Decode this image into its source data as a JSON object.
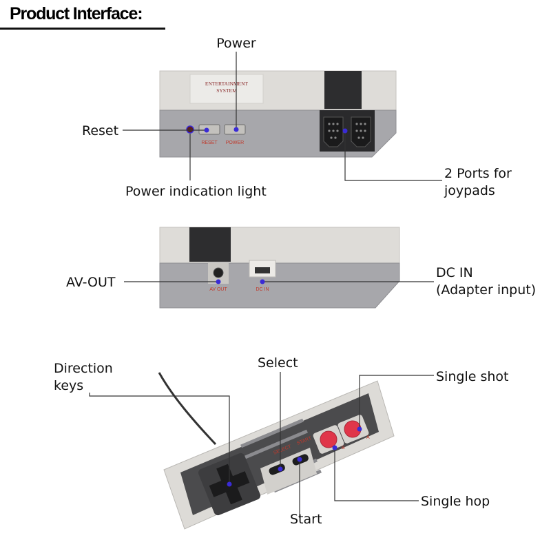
{
  "header": {
    "title": "Product Interface:"
  },
  "console_front": {
    "plate_line1": "ENTERTAINMENT",
    "plate_line2": "SYSTEM",
    "reset_caption": "RESET",
    "power_caption": "POWER"
  },
  "console_back": {
    "av_caption": "AV OUT",
    "dc_caption": "DC IN"
  },
  "controller": {
    "select_caption": "SELECT",
    "start_caption": "START",
    "b_caption": "B",
    "a_caption": "A"
  },
  "callouts": {
    "power": "Power",
    "reset": "Reset",
    "power_light": "Power indication light",
    "ports_line1": "2 Ports for",
    "ports_line2": "joypads",
    "av_out": "AV-OUT",
    "dc_in_line1": "DC IN",
    "dc_in_line2": "(Adapter input)",
    "direction_line1": "Direction",
    "direction_line2": "keys",
    "select": "Select",
    "start": "Start",
    "single_shot": "Single shot",
    "single_hop": "Single hop"
  },
  "colors": {
    "shell": "#dcdad6",
    "shell_front": "#a9a9ad",
    "dark_band": "#2f2f31",
    "controller_panel": "#4a4a4c",
    "button_red": "#e0364a",
    "marker": "#3a2bd6"
  }
}
